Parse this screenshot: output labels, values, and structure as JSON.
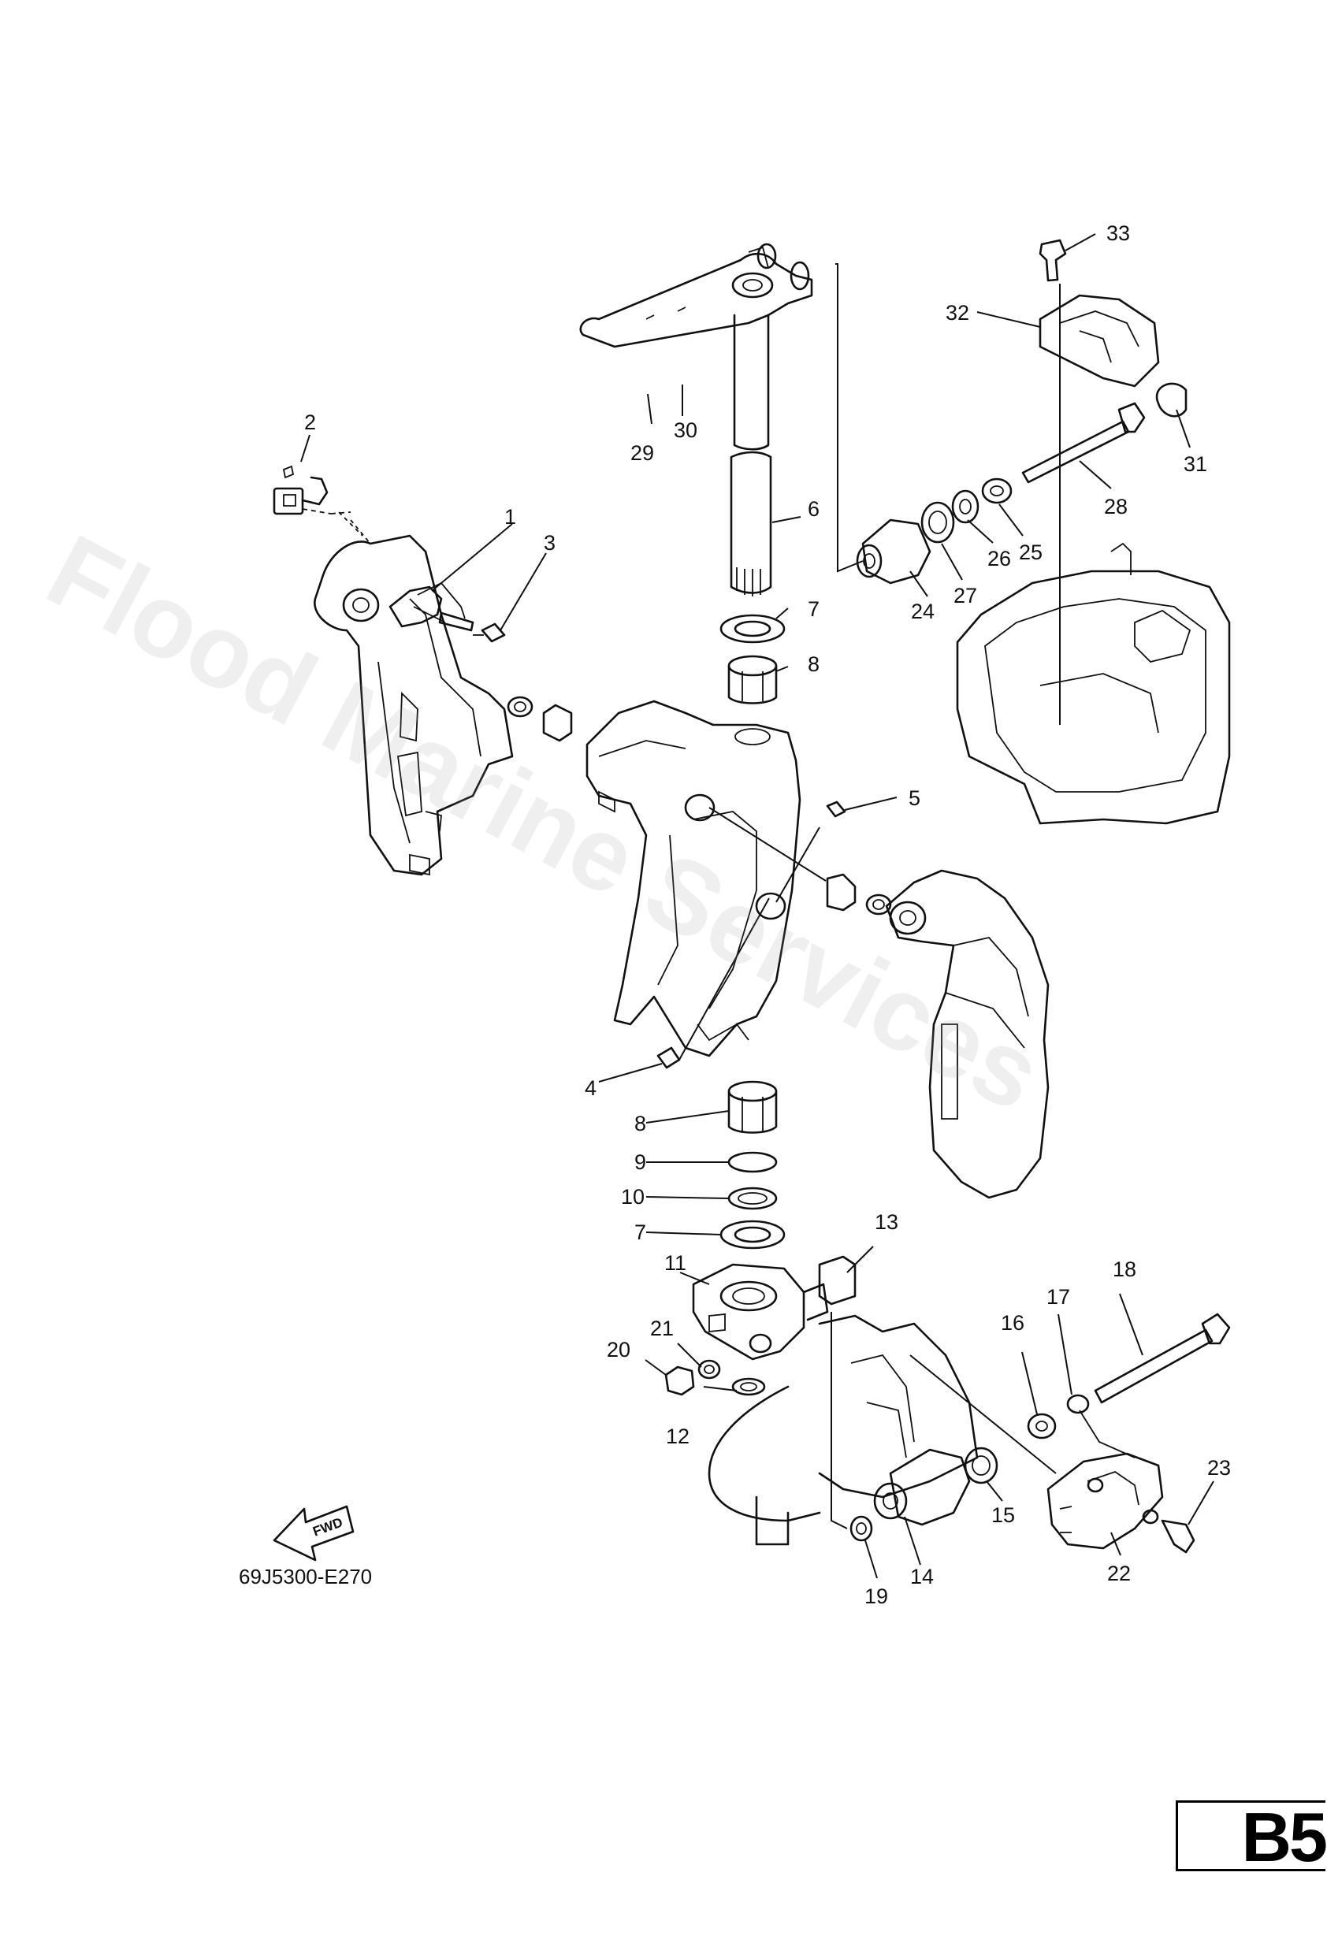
{
  "watermark": "Flood Marine Services",
  "diagram_code": "69J5300-E270",
  "page_code": "B5",
  "fwd_label": "FWD",
  "callouts": {
    "c1": "1",
    "c2": "2",
    "c3": "3",
    "c4": "4",
    "c5": "5",
    "c6": "6",
    "c7a": "7",
    "c7b": "7",
    "c8a": "8",
    "c8b": "8",
    "c9": "9",
    "c10": "10",
    "c11": "11",
    "c12": "12",
    "c13": "13",
    "c14": "14",
    "c15": "15",
    "c16": "16",
    "c17": "17",
    "c18": "18",
    "c19": "19",
    "c20": "20",
    "c21": "21",
    "c22": "22",
    "c23": "23",
    "c24": "24",
    "c25": "25",
    "c26": "26",
    "c27": "27",
    "c28": "28",
    "c29": "29",
    "c30": "30",
    "c31": "31",
    "c32": "32",
    "c33": "33"
  }
}
